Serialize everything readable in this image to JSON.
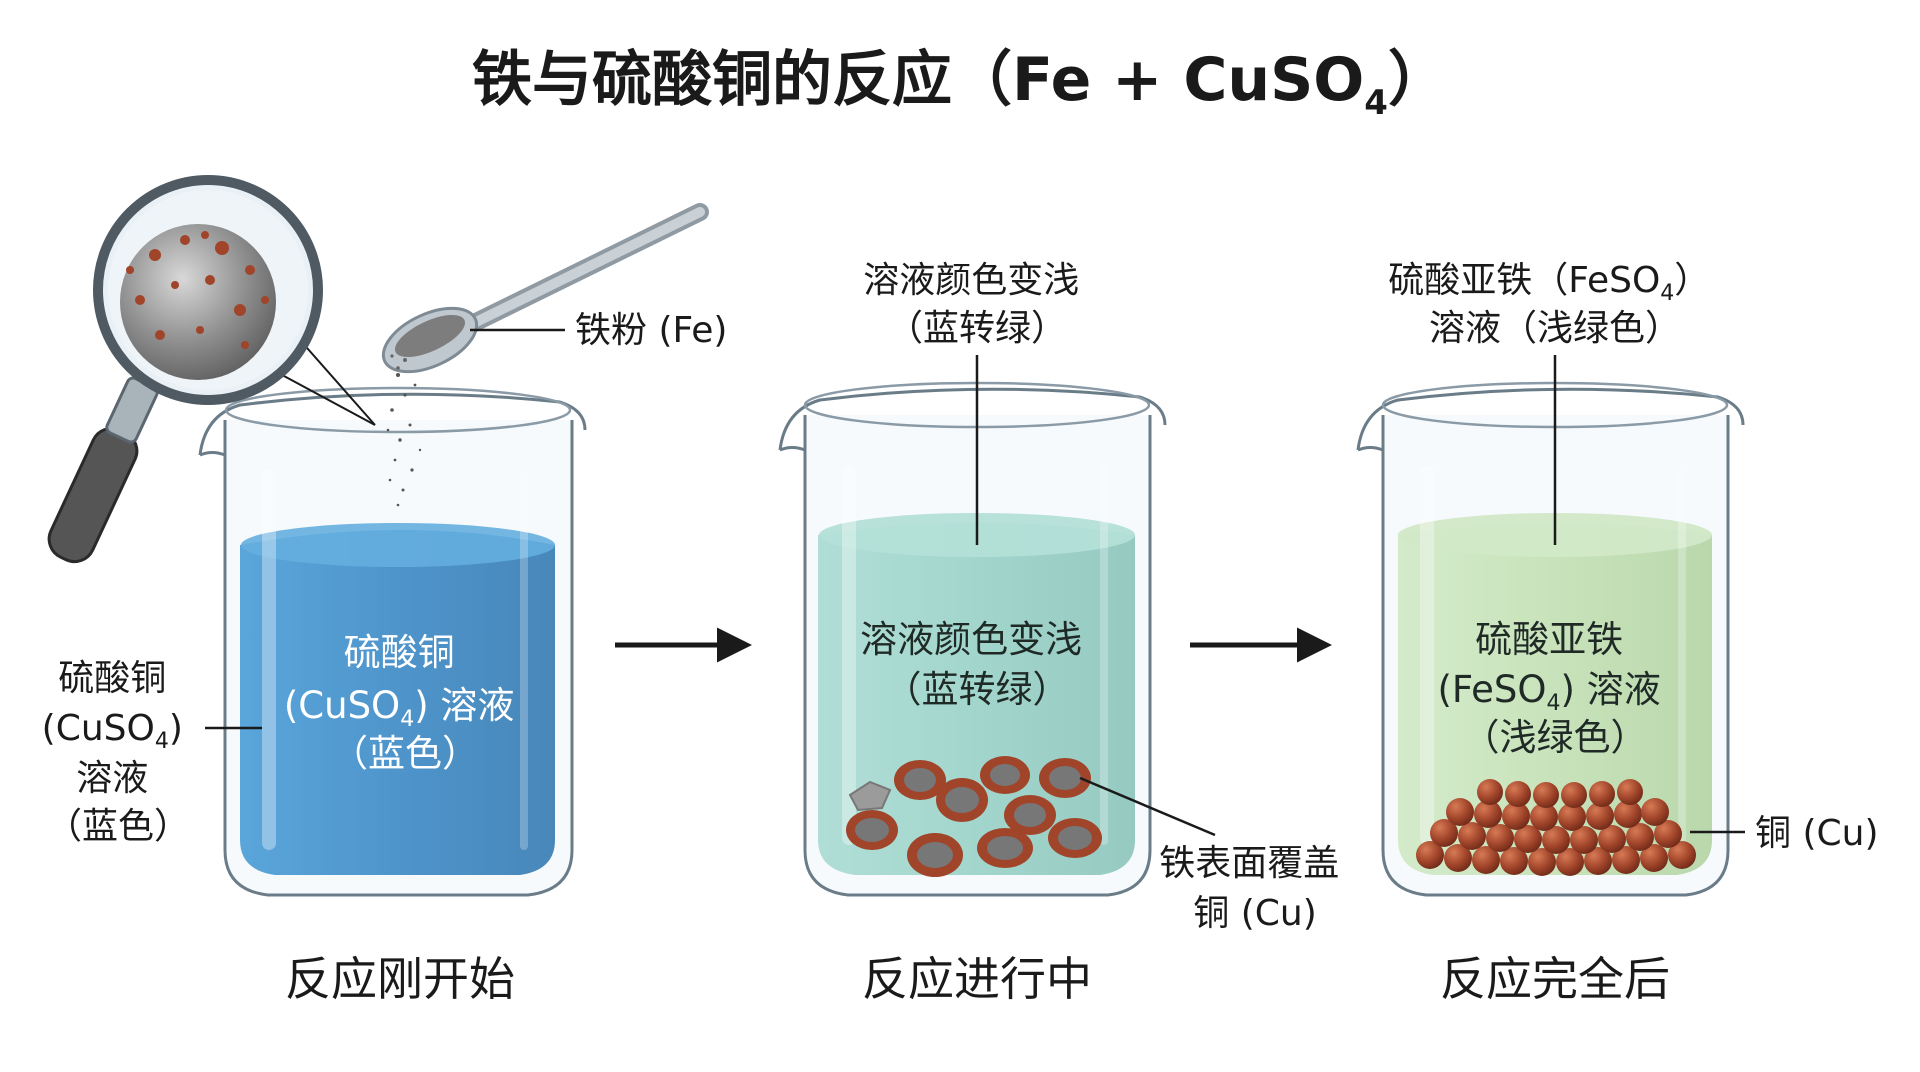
{
  "title": {
    "main": "铁与硫酸铜的反应（Fe + CuSO",
    "sub": "4",
    "end": "）"
  },
  "stages": [
    {
      "caption": "反应刚开始",
      "left_label": [
        "硫酸铜",
        "(CuSO",
        "4",
        ")",
        "溶液",
        "（蓝色）"
      ],
      "inner_label": [
        "硫酸铜",
        "(CuSO",
        "4",
        ") 溶液",
        "（蓝色）"
      ],
      "powder_label": "铁粉 (Fe)"
    },
    {
      "caption": "反应进行中",
      "top_label": [
        "溶液颜色变浅",
        "（蓝转绿）"
      ],
      "inner_label": [
        "溶液颜色变浅",
        "（蓝转绿）"
      ],
      "callout": [
        "铁表面覆盖",
        "铜 (Cu)"
      ]
    },
    {
      "caption": "反应完全后",
      "top_label": [
        "硫酸亚铁（FeSO",
        "4",
        "）",
        "溶液（浅绿色）"
      ],
      "inner_label": [
        "硫酸亚铁",
        "(FeSO",
        "4",
        ") 溶液",
        "（浅绿色）"
      ],
      "callout": "铜 (Cu)"
    }
  ],
  "colors": {
    "copper_sulfate": "#1f78be",
    "intermediate": "#8fcfc0",
    "ferrous_sulfate": "#c2e0a8",
    "copper": "#a0442a",
    "iron": "#8a8a8a"
  }
}
